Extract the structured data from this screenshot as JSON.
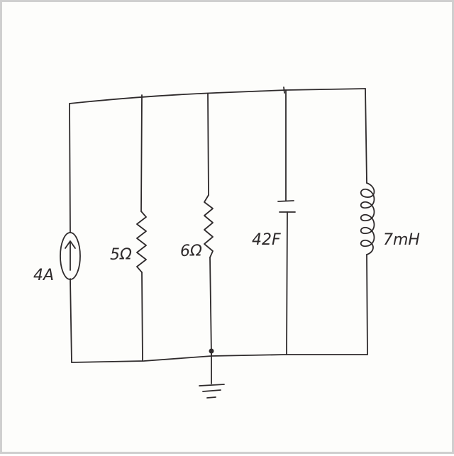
{
  "diagram": {
    "components": {
      "current_source": {
        "label": "4A"
      },
      "resistor_1": {
        "label": "5Ω"
      },
      "resistor_2": {
        "label": "6Ω"
      },
      "capacitor": {
        "label": "42F"
      },
      "inductor": {
        "label": "7mH"
      }
    },
    "ground": "ground-icon",
    "colors": {
      "ink": "#2e2a2b",
      "paper": "#fdfdfb",
      "border": "#cfcfcf"
    }
  }
}
